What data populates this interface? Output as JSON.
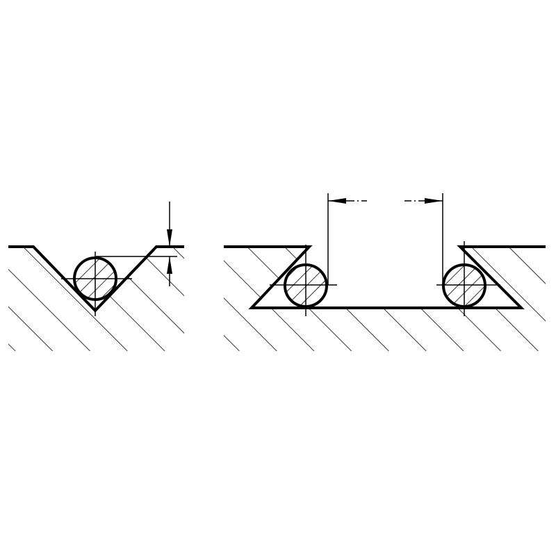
{
  "diagram": {
    "figures": [
      {
        "id": "v-groove",
        "description_shown": "",
        "parts": [
          "v-groove",
          "ball",
          "depth-dimension"
        ]
      },
      {
        "id": "dovetail-slot",
        "description_shown": "",
        "parts": [
          "dovetail",
          "ball-left",
          "ball-right",
          "width-dimension"
        ]
      }
    ],
    "colors": {
      "ink": "#000000",
      "background": "#ffffff"
    }
  }
}
